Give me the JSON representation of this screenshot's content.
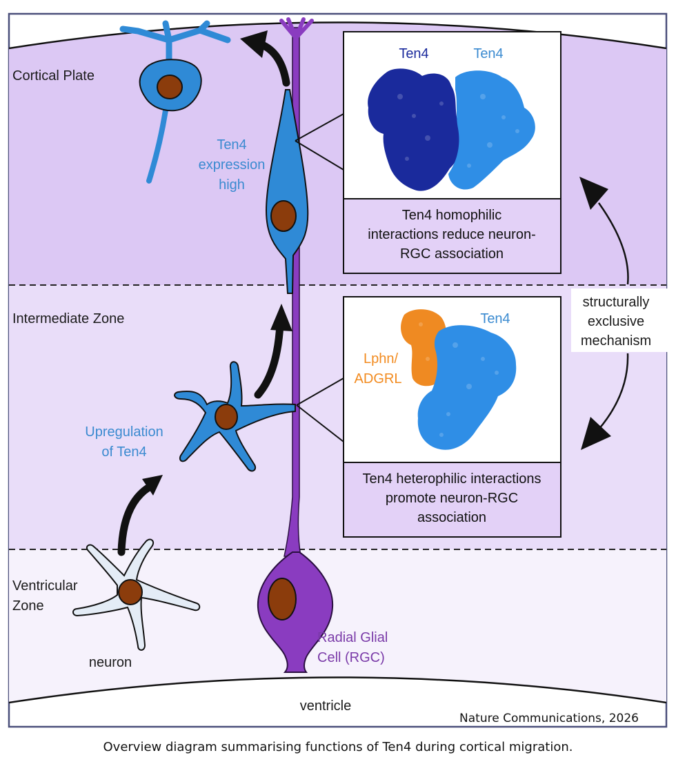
{
  "zones": {
    "cortical_plate": "Cortical Plate",
    "intermediate_zone": "Intermediate Zone",
    "ventricular_zone": [
      "Ventricular",
      "Zone"
    ],
    "ventricle": "ventricle"
  },
  "cells": {
    "neuron": "neuron",
    "rgc": [
      "Radial Glial",
      "Cell (RGC)"
    ],
    "upregulation": [
      "Upregulation",
      "of Ten4"
    ],
    "expression": [
      "Ten4",
      "expression",
      "high"
    ]
  },
  "boxes": {
    "homophilic": {
      "protein_left": "Ten4",
      "protein_right": "Ten4",
      "caption": [
        "Ten4 homophilic",
        "interactions reduce neuron-",
        "RGC association"
      ]
    },
    "heterophilic": {
      "protein_orange": [
        "Lphn/",
        "ADGRL"
      ],
      "protein_blue": "Ten4",
      "caption": [
        "Ten4 heterophilic interactions",
        "promote neuron-RGC",
        "association"
      ]
    }
  },
  "mechanism": [
    "structurally",
    "exclusive",
    "mechanism"
  ],
  "credit": "Nature Communications, 2026",
  "caption": "Overview diagram summarising functions of Ten4 during cortical migration.",
  "colors": {
    "cortical_plate": "#dcc8f4",
    "intermediate_zone": "#e9ddf9",
    "ventricular_zone": "#f6f2fc",
    "rgc": "#8a3cc0",
    "neuron_blue": "#2f8ad6",
    "nucleus": "#8b3c0c",
    "ten4_dark": "#1a2a9c",
    "ten4_light": "#2f8ee6",
    "lphn": "#ef8a22"
  }
}
